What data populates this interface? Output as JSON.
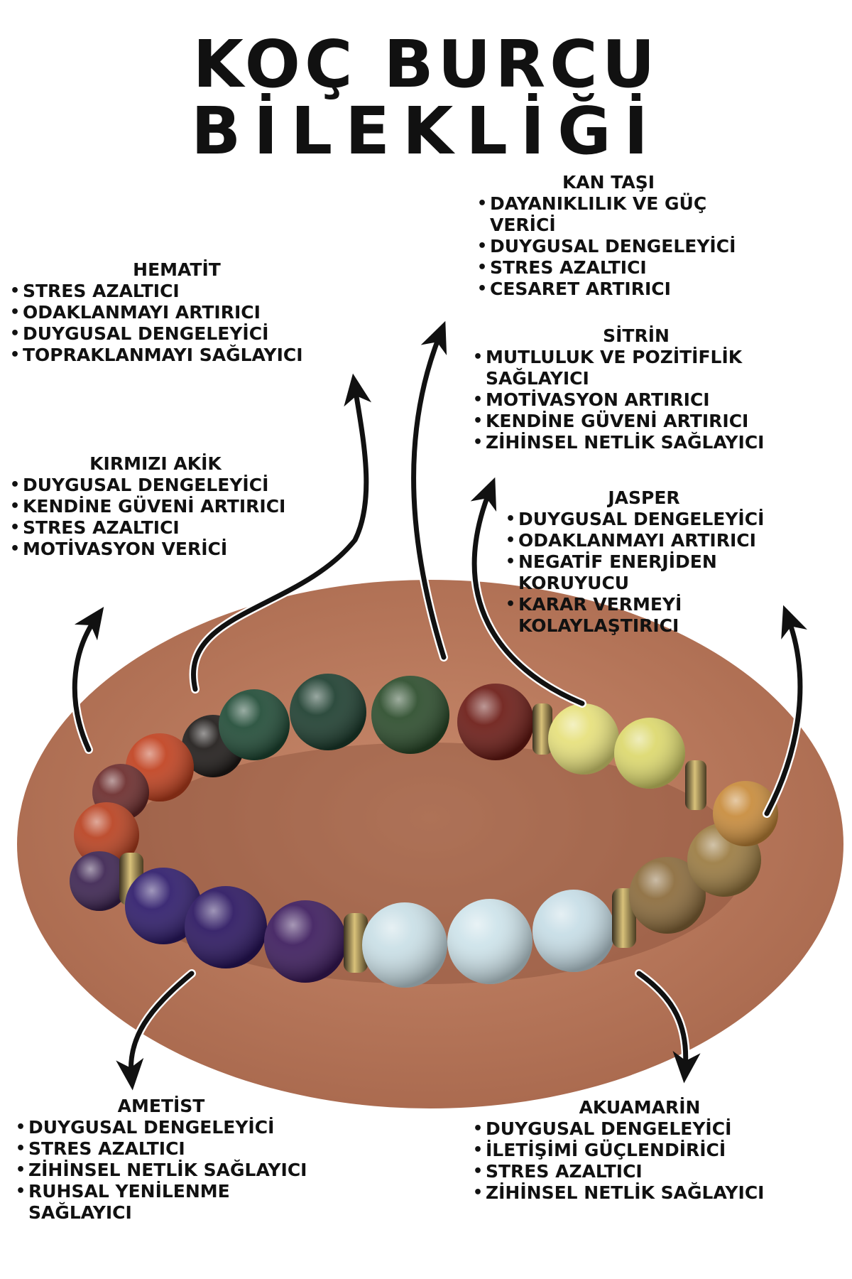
{
  "title": {
    "line1": "KOÇ BURCU",
    "line2": "BİLEKLİĞİ"
  },
  "colors": {
    "background": "#ffffff",
    "ellipse": "#b9785c",
    "text": "#111111"
  },
  "stones": {
    "hematit": {
      "name": "HEMATİT",
      "items": [
        "STRES AZALTICI",
        "ODAKLANMAYI ARTIRICI",
        "DUYGUSAL DENGELEYİCİ",
        "TOPRAKLANMAYI SAĞLAYICI"
      ]
    },
    "kan_tasi": {
      "name": "KAN TAŞI",
      "items": [
        "DAYANIKLILIK VE GÜÇ\nVERİCİ",
        "DUYGUSAL DENGELEYİCİ",
        "STRES AZALTICI",
        "CESARET ARTIRICI"
      ]
    },
    "sitrin": {
      "name": "SİTRİN",
      "items": [
        "MUTLULUK VE POZİTİFLİK\nSAĞLAYICI",
        "MOTİVASYON ARTIRICI",
        "KENDİNE GÜVENİ ARTIRICI",
        "ZİHİNSEL NETLİK SAĞLAYICI"
      ]
    },
    "kirmizi_akik": {
      "name": "KIRMIZI AKİK",
      "items": [
        "DUYGUSAL DENGELEYİCİ",
        "KENDİNE GÜVENİ ARTIRICI",
        "STRES AZALTICI",
        "MOTİVASYON VERİCİ"
      ]
    },
    "jasper": {
      "name": "JASPER",
      "items": [
        "DUYGUSAL DENGELEYİCİ",
        "ODAKLANMAYI ARTIRICI",
        "NEGATİF ENERJİDEN\nKORUYUCU",
        "KARAR VERMEYİ\nKOLAYLAŞTIRICI"
      ]
    },
    "ametist": {
      "name": "AMETİST",
      "items": [
        "DUYGUSAL DENGELEYİCİ",
        "STRES AZALTICI",
        "ZİHİNSEL NETLİK SAĞLAYICI",
        "RUHSAL YENİLENME\nSAĞLAYICI"
      ]
    },
    "akuamarin": {
      "name": "AKUAMARİN",
      "items": [
        "DUYGUSAL DENGELEYİCİ",
        "İLETİŞİMİ GÜÇLENDİRİCİ",
        "STRES AZALTICI",
        "ZİHİNSEL NETLİK SAĞLAYICI"
      ]
    }
  }
}
